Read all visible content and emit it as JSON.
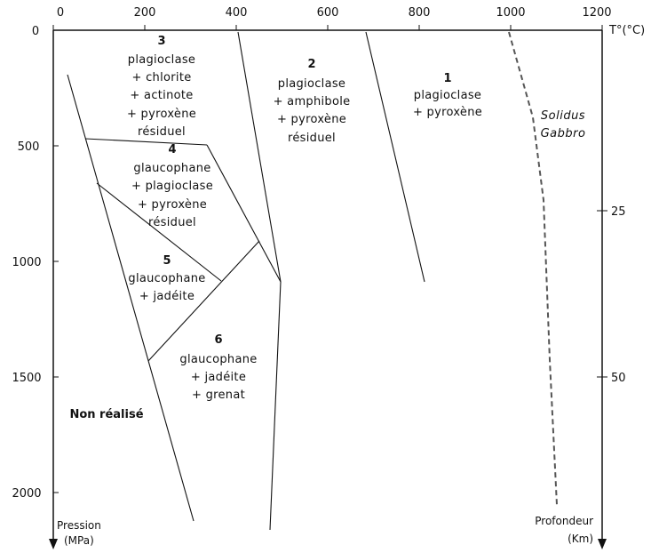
{
  "axes": {
    "temperature_ticks": [
      "0",
      "200",
      "400",
      "600",
      "800",
      "1000",
      "1200"
    ],
    "temperature_unit": "T°(°C)",
    "pressure_ticks": [
      "0",
      "500",
      "1000",
      "1500",
      "2000"
    ],
    "pressure_title_line1": "Pression",
    "pressure_title_line2": "(MPa)",
    "depth_ticks": [
      "25",
      "50"
    ],
    "depth_title_line1": "Profondeur",
    "depth_title_line2": "(Km)"
  },
  "fields": [
    {
      "number": "1",
      "lines": [
        "plagioclase",
        "+ pyroxène"
      ]
    },
    {
      "number": "2",
      "lines": [
        "plagioclase",
        "+ amphibole",
        "+ pyroxène",
        "résiduel"
      ]
    },
    {
      "number": "3",
      "lines": [
        "plagioclase",
        "+ chlorite",
        "+ actinote",
        "+ pyroxène",
        "résiduel"
      ]
    },
    {
      "number": "4",
      "lines": [
        "glaucophane",
        "+ plagioclase",
        "+ pyroxène",
        "résiduel"
      ]
    },
    {
      "number": "5",
      "lines": [
        "glaucophane",
        "+ jadéite"
      ]
    },
    {
      "number": "6",
      "lines": [
        "glaucophane",
        "+ jadéite",
        "+ grenat"
      ]
    }
  ],
  "solidus": {
    "line1": "Solidus",
    "line2": "Gabbro"
  },
  "non_realise": "Non réalisé",
  "colors": {
    "ink": "#111111",
    "solidus_line": "#555555"
  }
}
